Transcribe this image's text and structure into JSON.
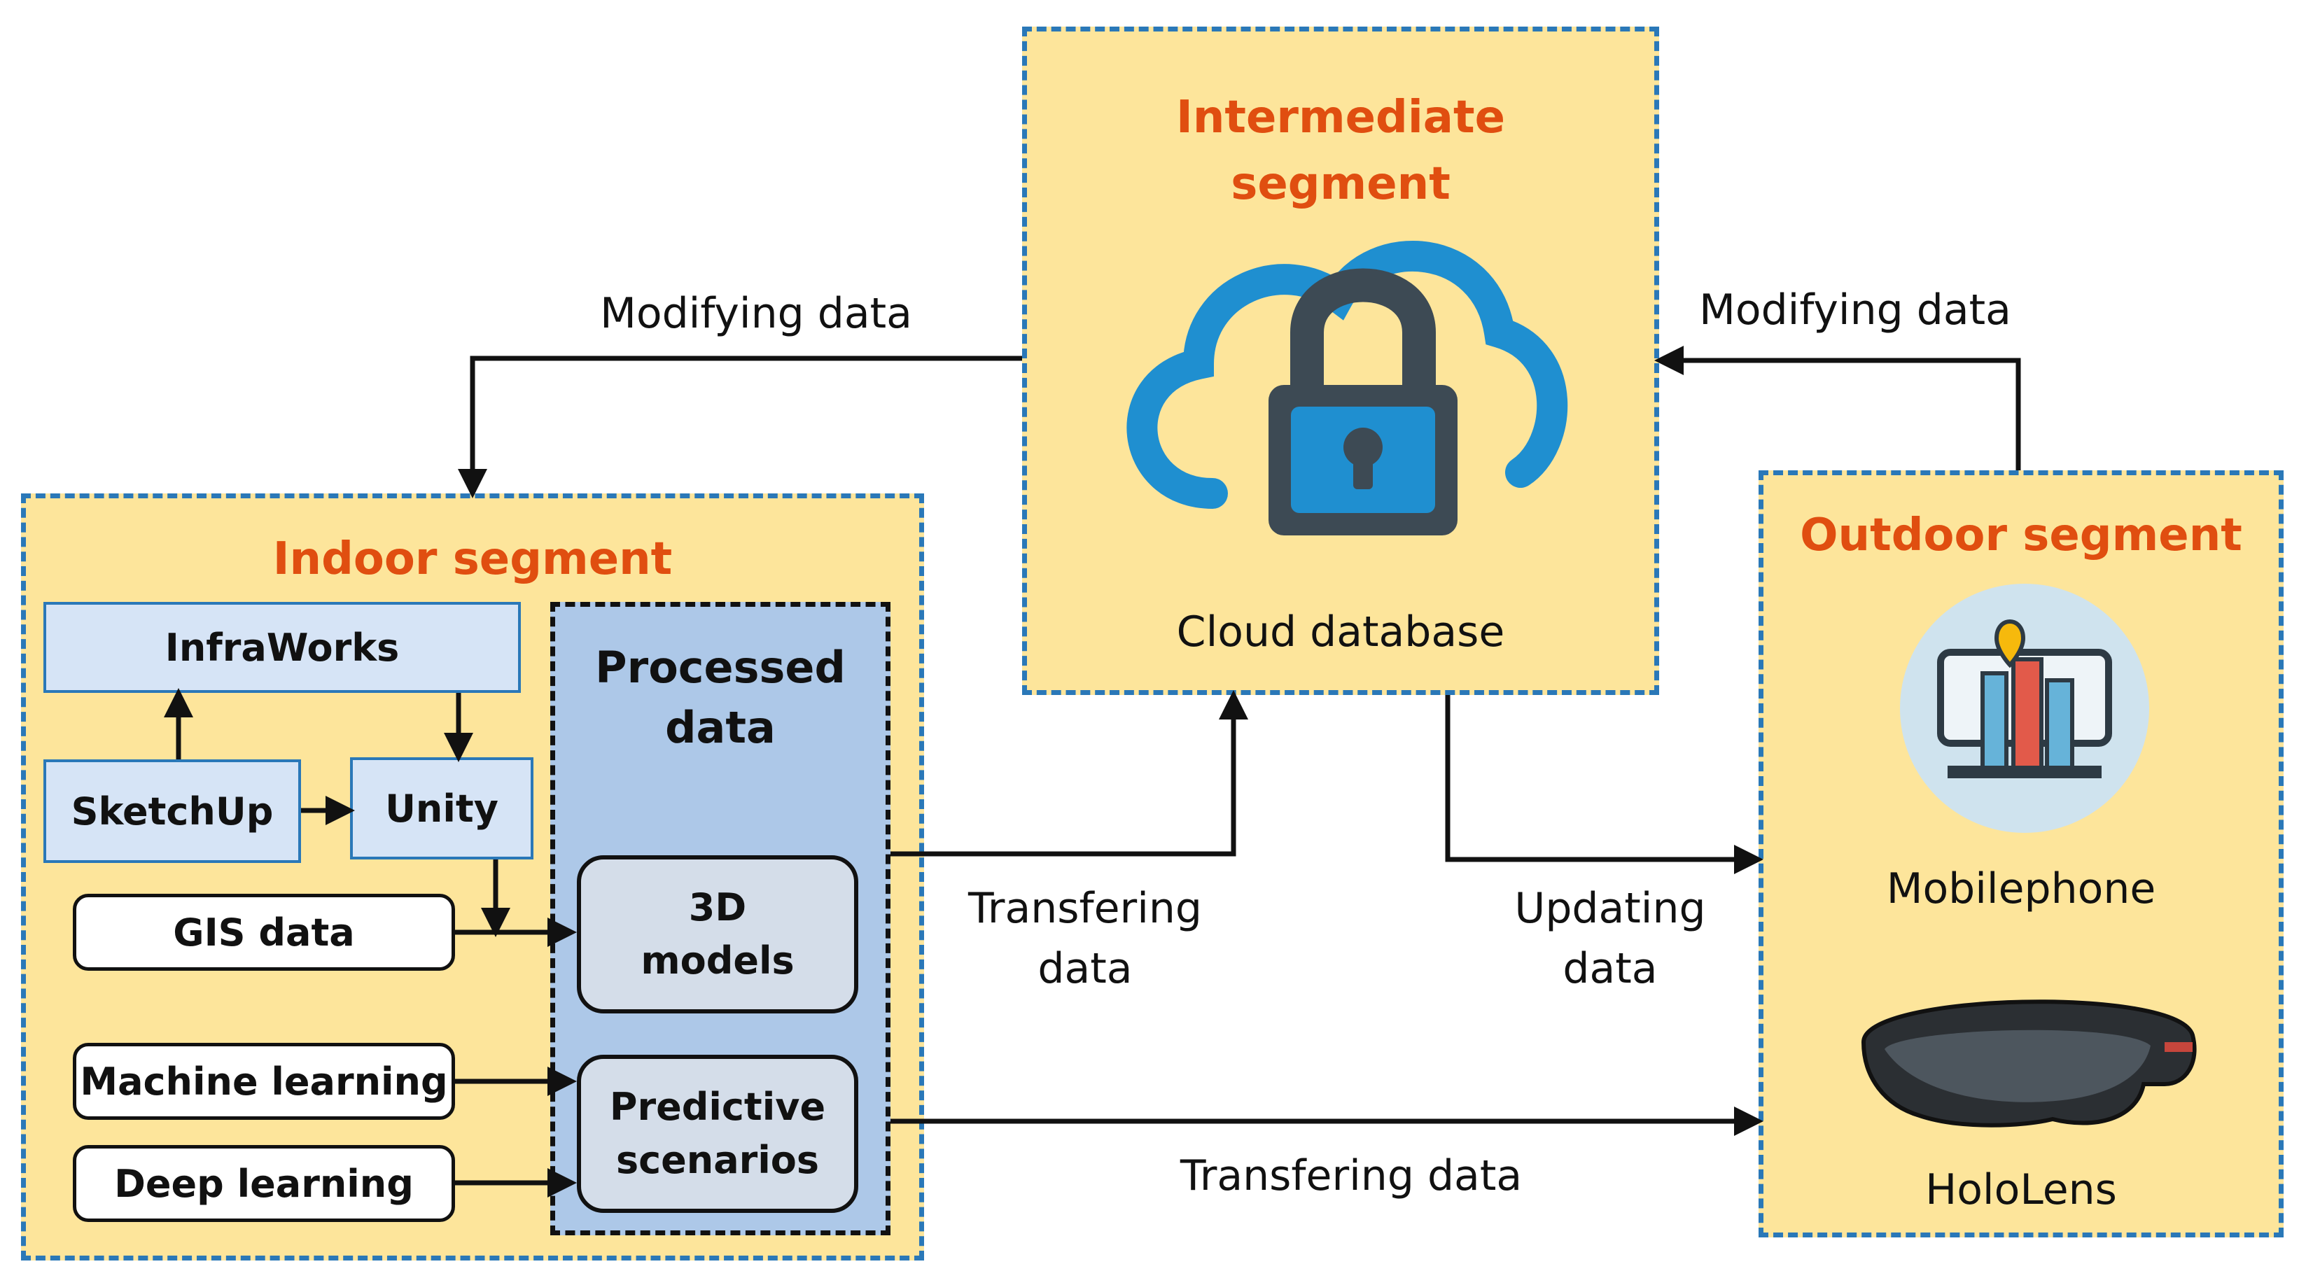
{
  "intermediate": {
    "title_line1": "Intermediate",
    "title_line2": "segment",
    "icon": "cloud-lock-icon",
    "caption": "Cloud database"
  },
  "indoor": {
    "title": "Indoor segment",
    "infraworks": "InfraWorks",
    "sketchup": "SketchUp",
    "unity": "Unity",
    "gis": "GIS data",
    "machine_learning": "Machine learning",
    "deep_learning": "Deep learning",
    "processed_line1": "Processed",
    "processed_line2": "data",
    "models_line1": "3D",
    "models_line2": "models",
    "predictive_line1": "Predictive",
    "predictive_line2": "scenarios"
  },
  "outdoor": {
    "title": "Outdoor segment",
    "mobile_icon": "smartphone-city-icon",
    "mobile": "Mobilephone",
    "hololens_icon": "hololens-headset-icon",
    "hololens": "HoloLens"
  },
  "flows": {
    "modifying_left": "Modifying data",
    "modifying_right": "Modifying data",
    "transfering_up_line1": "Transfering",
    "transfering_up_line2": "data",
    "updating_line1": "Updating",
    "updating_line2": "data",
    "transfering_bottom": "Transfering data"
  },
  "colors": {
    "segment_fill": "#fde59b",
    "segment_border": "#2a78b8",
    "title": "#e04e10",
    "processed_fill": "#adc8e8",
    "cloud_blue": "#1f8fd0",
    "lock_dark": "#3d4a54"
  }
}
